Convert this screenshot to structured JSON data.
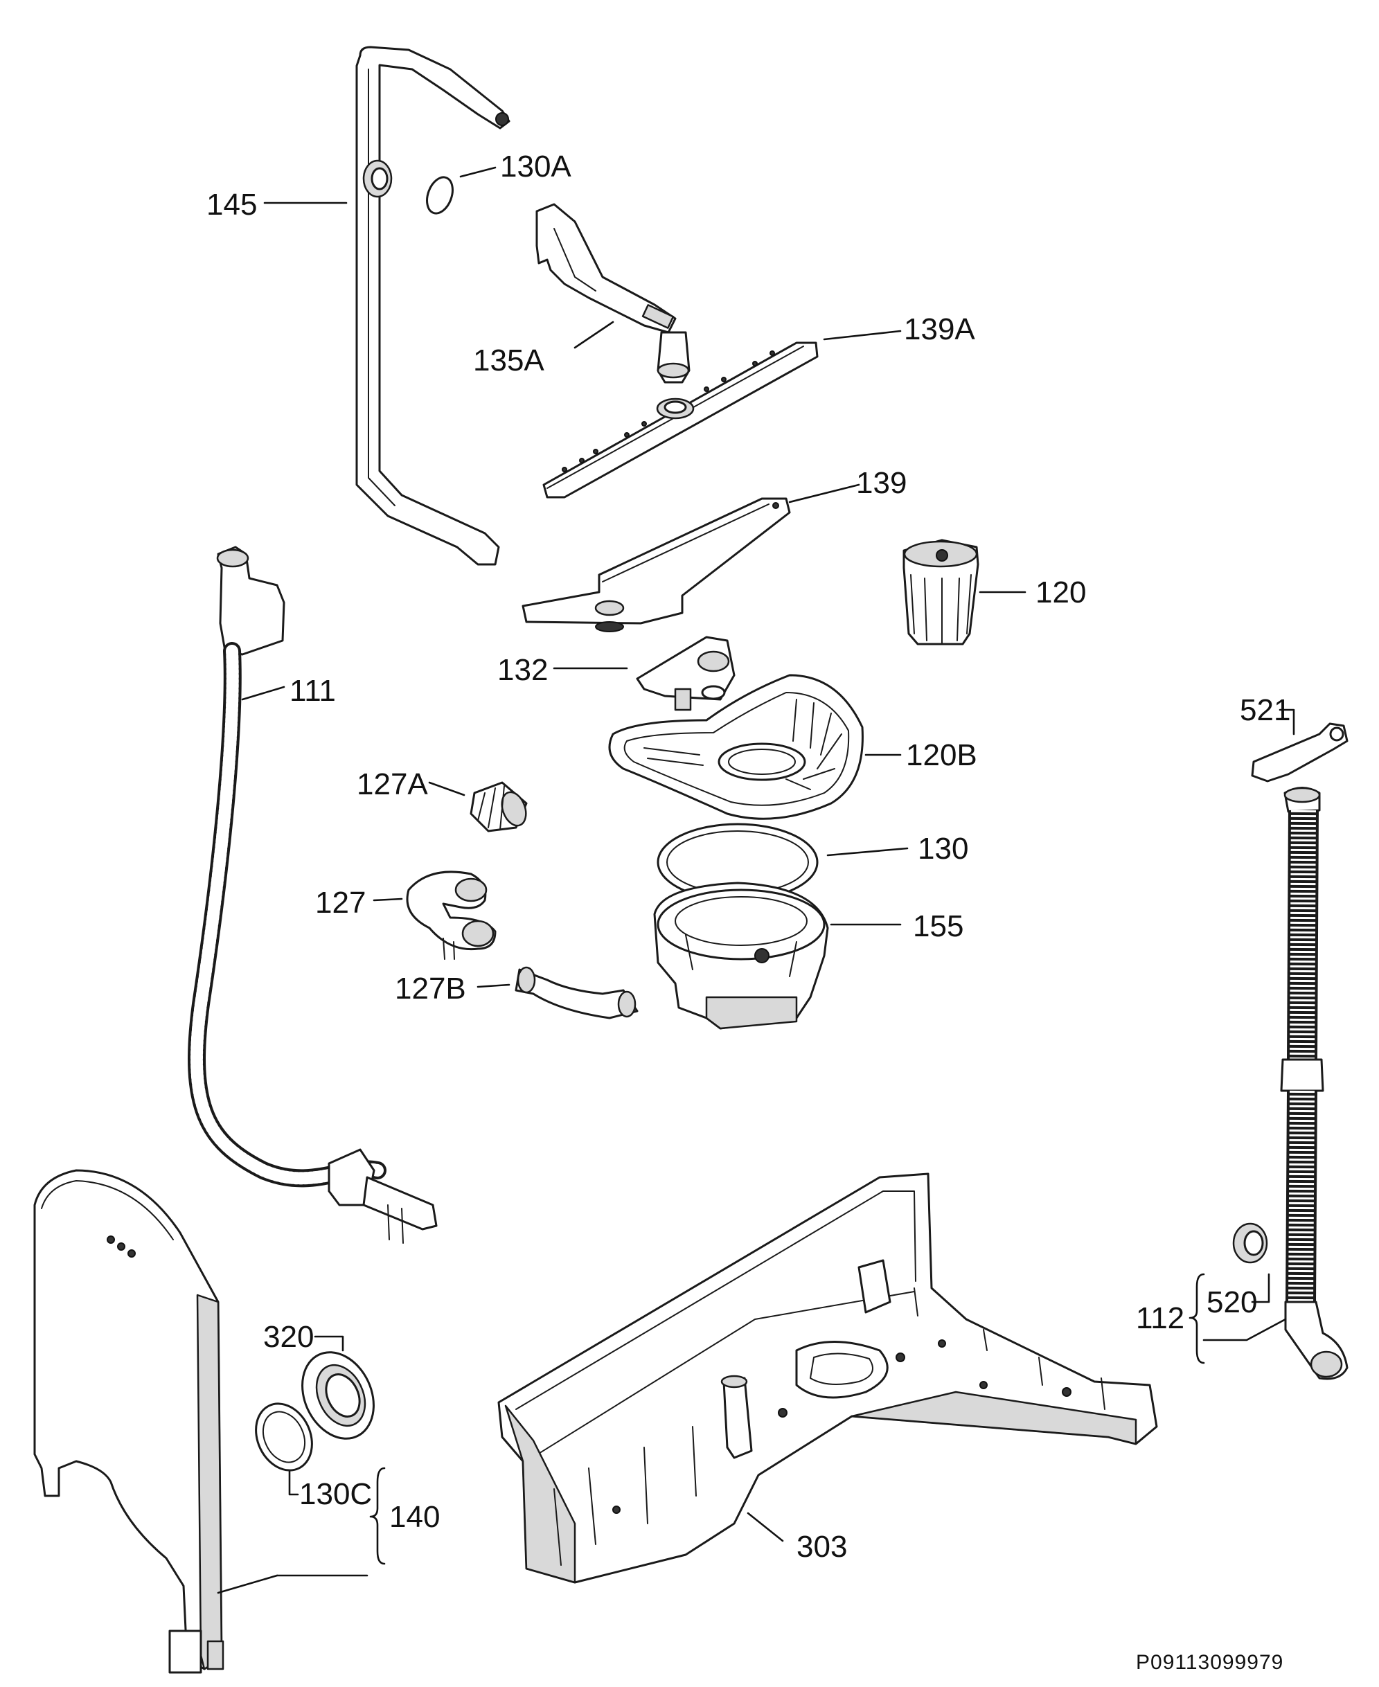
{
  "labels": {
    "p145": "145",
    "p130a": "130A",
    "p135a": "135A",
    "p139a": "139A",
    "p139": "139",
    "p120": "120",
    "p111": "111",
    "p132": "132",
    "p521": "521",
    "p120b": "120B",
    "p127a": "127A",
    "p130": "130",
    "p127": "127",
    "p155": "155",
    "p127b": "127B",
    "p320": "320",
    "p112": "112",
    "p520": "520",
    "p130c": "130C",
    "p140": "140",
    "p303": "303"
  },
  "drawing_code": "P09113099979"
}
